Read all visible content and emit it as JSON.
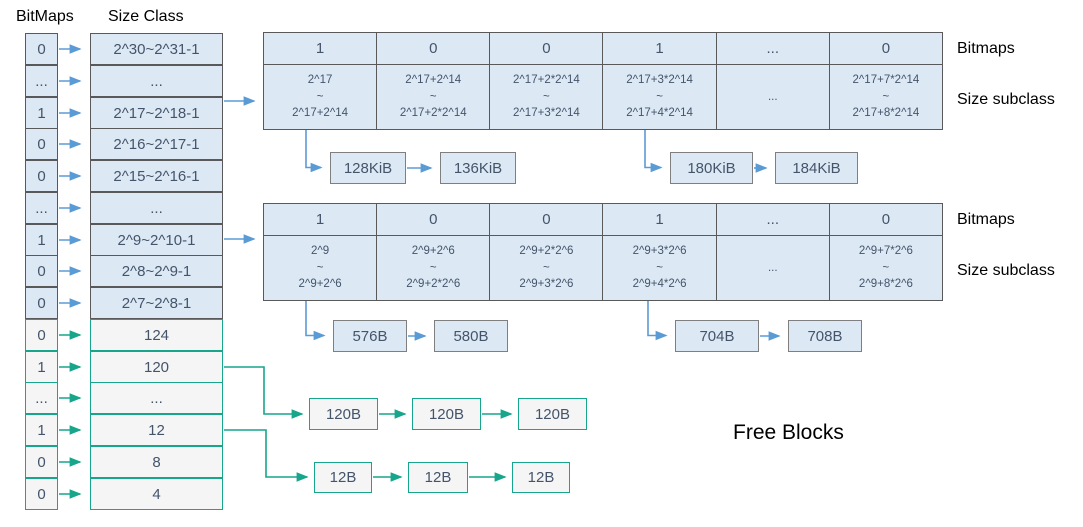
{
  "title": "Memory allocator size-class bitmap diagram",
  "colors": {
    "blue_fill": "#DCE9F5",
    "gray_fill": "#F5F5F6",
    "border_gray": "#595959",
    "arrow_blue": "#5B9BD5",
    "arrow_green": "#17A58C",
    "text_dark": "#44546A"
  },
  "headers": {
    "bitmaps_col": "BitMaps",
    "size_class_col": "Size Class",
    "free_blocks": "Free Blocks"
  },
  "left_panel": {
    "rows": [
      {
        "bit": "0",
        "size": "2^30~2^31-1"
      },
      {
        "bit": "...",
        "size": "..."
      },
      {
        "bit": "1",
        "size": "2^17~2^18-1"
      },
      {
        "bit": "0",
        "size": "2^16~2^17-1"
      },
      {
        "bit": "0",
        "size": "2^15~2^16-1"
      },
      {
        "bit": "...",
        "size": "..."
      },
      {
        "bit": "1",
        "size": "2^9~2^10-1"
      },
      {
        "bit": "0",
        "size": "2^8~2^9-1"
      },
      {
        "bit": "0",
        "size": "2^7~2^8-1"
      },
      {
        "bit": "0",
        "size": "124"
      },
      {
        "bit": "1",
        "size": "120"
      },
      {
        "bit": "...",
        "size": "..."
      },
      {
        "bit": "1",
        "size": "12"
      },
      {
        "bit": "0",
        "size": "8"
      },
      {
        "bit": "0",
        "size": "4"
      }
    ]
  },
  "tables": [
    {
      "label_bitmaps": "Bitmaps",
      "label_subclass": "Size subclass",
      "bits": [
        "1",
        "0",
        "0",
        "1",
        "...",
        "0"
      ],
      "cells": [
        {
          "top": "2^17",
          "mid": "~",
          "bottom": "2^17+2^14"
        },
        {
          "top": "2^17+2^14",
          "mid": "~",
          "bottom": "2^17+2*2^14"
        },
        {
          "top": "2^17+2*2^14",
          "mid": "~",
          "bottom": "2^17+3*2^14"
        },
        {
          "top": "2^17+3*2^14",
          "mid": "~",
          "bottom": "2^17+4*2^14"
        },
        {
          "top": "",
          "mid": "...",
          "bottom": ""
        },
        {
          "top": "2^17+7*2^14",
          "mid": "~",
          "bottom": "2^17+8*2^14"
        }
      ]
    },
    {
      "label_bitmaps": "Bitmaps",
      "label_subclass": "Size subclass",
      "bits": [
        "1",
        "0",
        "0",
        "1",
        "...",
        "0"
      ],
      "cells": [
        {
          "top": "2^9",
          "mid": "~",
          "bottom": "2^9+2^6"
        },
        {
          "top": "2^9+2^6",
          "mid": "~",
          "bottom": "2^9+2*2^6"
        },
        {
          "top": "2^9+2*2^6",
          "mid": "~",
          "bottom": "2^9+3*2^6"
        },
        {
          "top": "2^9+3*2^6",
          "mid": "~",
          "bottom": "2^9+4*2^6"
        },
        {
          "top": "",
          "mid": "...",
          "bottom": ""
        },
        {
          "top": "2^9+7*2^6",
          "mid": "~",
          "bottom": "2^9+8*2^6"
        }
      ]
    }
  ],
  "chains": {
    "kib1": [
      "128KiB",
      "136KiB"
    ],
    "kib2": [
      "180KiB",
      "184KiB"
    ],
    "b1": [
      "576B",
      "580B"
    ],
    "b2": [
      "704B",
      "708B"
    ],
    "g120": [
      "120B",
      "120B",
      "120B"
    ],
    "g12": [
      "12B",
      "12B",
      "12B"
    ]
  }
}
